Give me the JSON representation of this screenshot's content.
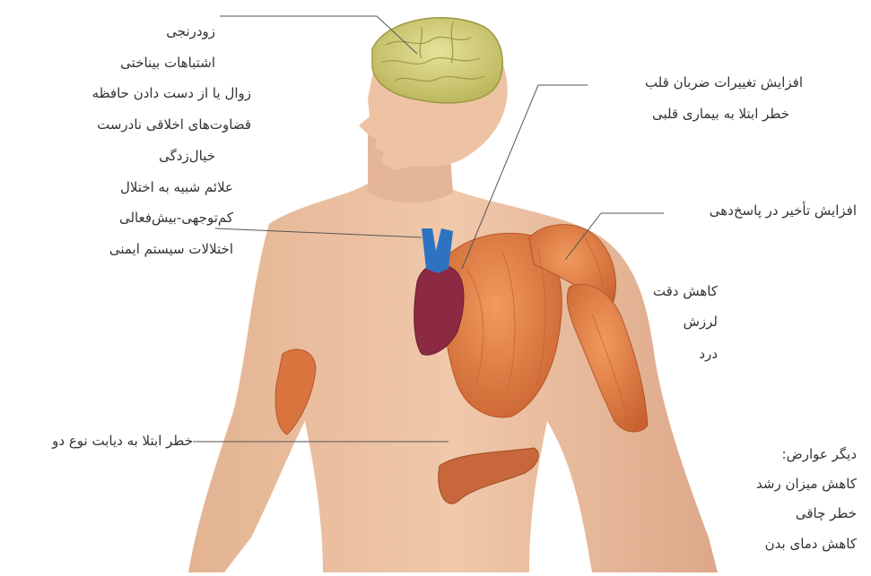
{
  "labels": {
    "brain": [
      "زودرنجی",
      "اشتباهات بیناختی",
      "زوال یا از دست دادن حافظه",
      "قضاوت‌های اخلاقی نادرست",
      "خیال‌زدگی",
      "علائم شبیه به اختلال",
      "کم‌توجهی-بیش‌فعالی",
      "اختلالات سیستم ایمنی"
    ],
    "heart": [
      "افزایش تغییرات ضربان قلب",
      "خطر ابتلا به بیماری قلبی"
    ],
    "muscle_response": [
      "افزایش تأخیر در پاسخ‌دهی"
    ],
    "muscle_effects": [
      "کاهش دقت",
      "لرزش",
      "درد"
    ],
    "pancreas": [
      "خطر ابتلا به دیابت نوع دو"
    ],
    "other": [
      "دیگر عوارض:",
      "کاهش میزان رشد",
      "خطر چاقی",
      "کاهش دمای بدن"
    ]
  },
  "colors": {
    "skin": "#ecc2a2",
    "skin_shadow": "#d9a483",
    "brain": "#d8d482",
    "muscle": "#e0804a",
    "muscle_dark": "#bf5a2c",
    "heart": "#8c2a43",
    "vessel": "#2e73c2",
    "pancreas": "#c8673c",
    "pointer_line": "#555555"
  }
}
